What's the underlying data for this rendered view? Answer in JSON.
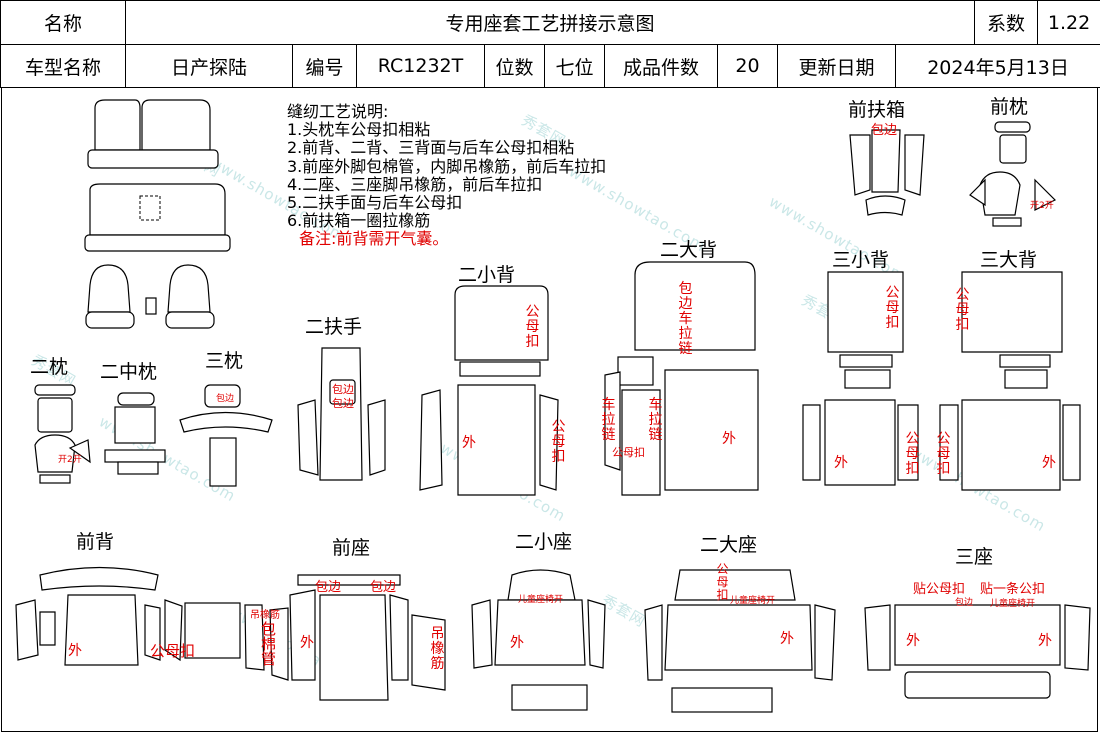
{
  "header": {
    "name_label": "名称",
    "title": "专用座套工艺拼接示意图",
    "coef_label": "系数",
    "coef_value": "1.22",
    "model_label": "车型名称",
    "model_value": "日产探陆",
    "code_label": "编号",
    "code_value": "RC1232T",
    "seats_label": "位数",
    "seats_value": "七位",
    "pieces_label": "成品件数",
    "pieces_value": "20",
    "date_label": "更新日期",
    "date_value": "2024年5月13日"
  },
  "notes": {
    "title": "缝纫工艺说明:",
    "items": [
      "1.头枕车公母扣相粘",
      "2.前背、二背、三背面与后车公母扣相粘",
      "3.前座外脚包棉管，内脚吊橡筋，前后车拉扣",
      "4.二座、三座脚吊橡筋，前后车拉扣",
      "5.二扶手面与后车公母扣",
      "6.前扶箱一圈拉橡筋"
    ],
    "remark": "备注:前背需开气囊。"
  },
  "sections": {
    "front_armbox": "前扶箱",
    "front_headrest": "前枕",
    "second_small_back": "二小背",
    "second_large_back": "二大背",
    "third_small_back": "三小背",
    "third_large_back": "三大背",
    "second_armrest": "二扶手",
    "second_headrest": "二枕",
    "second_mid_headrest": "二中枕",
    "third_headrest": "三枕",
    "front_back": "前背",
    "front_seat": "前座",
    "second_small_seat": "二小座",
    "second_large_seat": "二大座",
    "third_seat": "三座"
  },
  "annotations": {
    "wrap_edge": "包边",
    "snap": "公母扣",
    "snap_vertical": "公母扣",
    "outer": "外",
    "open2": "开2开",
    "wrap_zip_vertical": "包边车拉链",
    "zip_vertical": "车拉链",
    "elastic_vertical": "吊橡筋",
    "cotton_vertical": "包棉管",
    "hang_label": "吊橡筋",
    "child_seat_slot": "儿童座椅开",
    "stick_snap": "贴公母扣",
    "stick_one_snap": "贴一条公扣",
    "snap_short": "公母",
    "zip_short": "扣"
  },
  "watermark": {
    "text1": "秀套网",
    "text2": "www.showtao.com"
  }
}
